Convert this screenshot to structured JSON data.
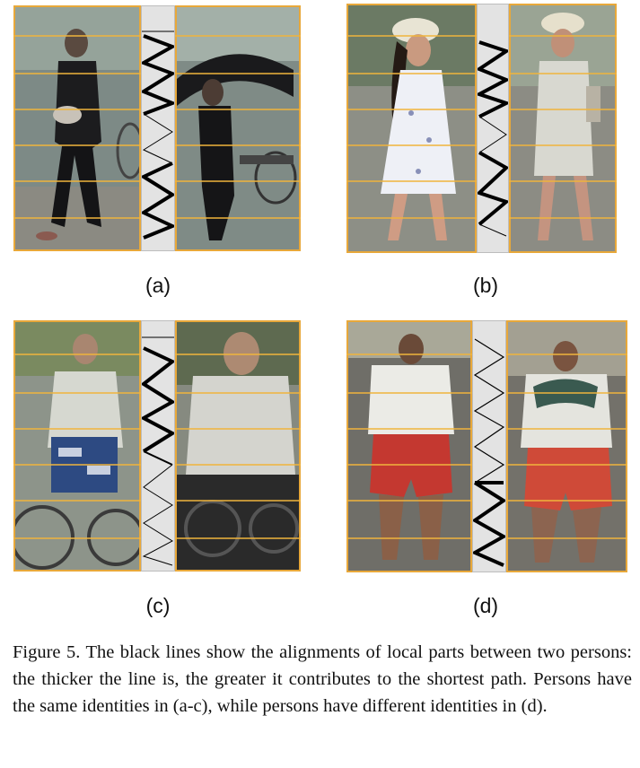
{
  "panels": [
    {
      "label": "(a)",
      "description": "walking person, dark clothing"
    },
    {
      "label": "(b)",
      "description": "woman in white dress with cap"
    },
    {
      "label": "(c)",
      "description": "cyclist in white shirt"
    },
    {
      "label": "(d)",
      "description": "man in white t-shirt and red shorts"
    }
  ],
  "caption": {
    "text": "Figure 5. The black lines show the alignments of local parts between two persons: the thicker the line is, the greater it contributes to the shortest path. Persons have the same identities in (a-c), while persons have different identities in (d)."
  },
  "colors": {
    "part_line": "#f0b43c",
    "frame": "#e8a83a",
    "alignment": "#000000"
  }
}
